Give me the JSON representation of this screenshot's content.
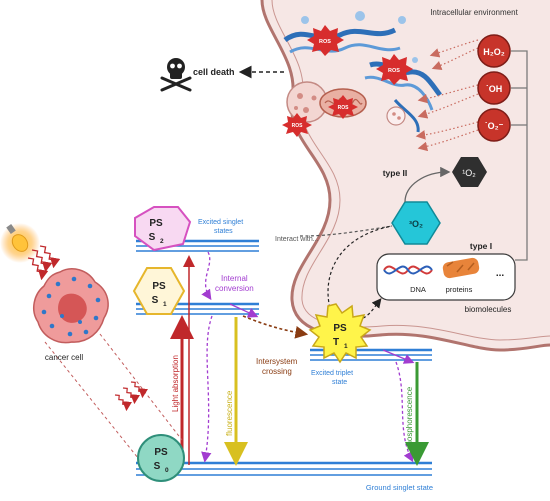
{
  "environment": {
    "title": "Intracellular environment"
  },
  "outcome": {
    "label": "cell death"
  },
  "ros_badge": "ROS",
  "ros_species": [
    "H₂O₂",
    "˙OH",
    "˙O₂⁻"
  ],
  "states": {
    "s2": {
      "name": "PS",
      "sub": "S",
      "idx": "2",
      "caption_1": "Excited singlet",
      "caption_2": "states"
    },
    "s1": {
      "name": "PS",
      "sub": "S",
      "idx": "1"
    },
    "t1": {
      "name": "PS",
      "sub": "T",
      "idx": "1",
      "caption_1": "Excited triplet",
      "caption_2": "state"
    },
    "s0": {
      "name": "PS",
      "sub": "S",
      "idx": "0",
      "caption": "Ground singlet state"
    }
  },
  "processes": {
    "internal_1": "Internal",
    "internal_2": "conversion",
    "isc_1": "Intersystem",
    "isc_2": "crossing",
    "absorption": "Light absorption",
    "fluorescence": "fluorescence",
    "phosphorescence": "phosphorescence",
    "interact": "Interact with..."
  },
  "type_ii": {
    "label": "type II",
    "oxygen": "³O₂",
    "singlet_oxygen": "¹O₂"
  },
  "type_i": {
    "label": "type I",
    "dna": "DNA",
    "proteins": "proteins",
    "ellipsis": "...",
    "caption": "biomolecules"
  },
  "cancer": {
    "label": "cancer cell"
  },
  "colors": {
    "membrane": "#f6e7e5",
    "membrane_edge": "#b1746e",
    "level_blue": "#2f7fd6",
    "absorption": "#c0282b",
    "fluorescence": "#d8c020",
    "phosphorescence": "#3a9a34",
    "internal": "#a23cd0",
    "isc": "#8a3c12"
  }
}
